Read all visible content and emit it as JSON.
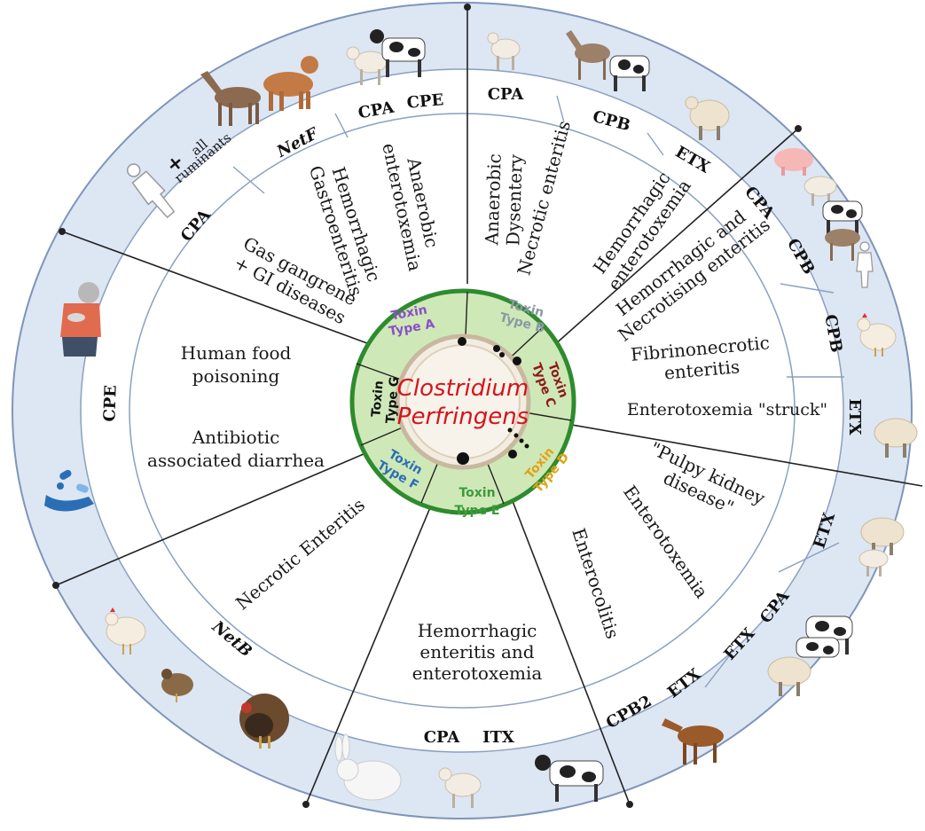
{
  "center": {
    "title_line1": "Clostridium",
    "title_line2": "Perfringens",
    "title_color": "#d4141c"
  },
  "toxin_types": [
    {
      "id": "A",
      "line1": "Toxin",
      "line2": "Type A",
      "color": "#8b4fc9"
    },
    {
      "id": "B",
      "line1": "Toxin",
      "line2": "Type B",
      "color": "#8a9aa3"
    },
    {
      "id": "C",
      "line1": "Toxin",
      "line2": "Type C",
      "color": "#8b1a1a"
    },
    {
      "id": "D",
      "line1": "Toxin",
      "line2": "Type D",
      "color": "#e0a312"
    },
    {
      "id": "E",
      "line1": "Toxin",
      "line2": "Type E",
      "color": "#3b9b3b"
    },
    {
      "id": "F",
      "line1": "Toxin",
      "line2": "Type F",
      "color": "#2a6fb5"
    },
    {
      "id": "G",
      "line1": "Toxin",
      "line2": "Type G",
      "color": "#111111"
    }
  ],
  "diseases": {
    "a1_line1": "Gas gangrene",
    "a1_line2": "+ GI diseases",
    "a2_line1": "Hemorrhagic",
    "a2_line2": "Gastroenteritis",
    "a3_line1": "Anaerobic",
    "a3_line2": "enterotoxemia",
    "b1_line1": "Anaerobic",
    "b1_line2": "Dysentery",
    "b2": "Necrotic enteritis",
    "b3_line1": "Hemorrhagic",
    "b3_line2": "enterotoxemia",
    "c1_line1": "Hemorrhagic and",
    "c1_line2": "Necrotising enteritis",
    "c2_line1": "Fibrinonecrotic",
    "c2_line2": "enteritis",
    "c3": "Enterotoxemia \"struck\"",
    "d1_line1": "\"Pulpy kidney",
    "d1_line2": "disease\"",
    "d2": "Enterotoxemia",
    "d3": "Enterocolitis",
    "e1_line1": "Hemorrhagic",
    "e1_line2": "enteritis and",
    "e1_line3": "enterotoxemia",
    "f1": "Necrotic Enteritis",
    "g1_line1": "Human food",
    "g1_line2": "poisoning",
    "g2_line1": "Antibiotic",
    "g2_line2": "associated diarrhea"
  },
  "toxins": {
    "a_cpa_left": "CPA",
    "a_netf": "NetF",
    "a_cpa_right": "CPA",
    "a_cpe": "CPE",
    "b_cpa": "CPA",
    "b_cpb": "CPB",
    "b_etx": "ETX",
    "c_cpa": "CPA",
    "c_cpb": "CPB",
    "c_cpb_single": "CPB",
    "c_etx": "ETX",
    "d_etx": "ETX",
    "d_etx2": "ETX",
    "d_cpa": "CPA",
    "d_cpb2": "CPB2",
    "d_etx3": "ETX",
    "e_cpa": "CPA",
    "e_itx": "ITX",
    "f_netb": "NetB",
    "g_cpe": "CPE"
  },
  "notes": {
    "ruminants_plus": "+",
    "ruminants_line1": "all",
    "ruminants_line2": "ruminants"
  },
  "colors": {
    "outer_fill": "#dde6f3",
    "inner_fill": "#ffffff",
    "ring_green": "#cfe8b8",
    "ring_border": "#2e8b2e",
    "lines": "#222222",
    "ring_lines": "#8aa0c0"
  },
  "icons": [
    "calf-icon",
    "lamb-icon",
    "horse-icon",
    "dog-icon",
    "human-icon",
    "foal-icon",
    "sheep-icon",
    "pig-icon",
    "chicken-icon",
    "goat-icon",
    "rabbit-icon",
    "turkey-icon",
    "quail-icon",
    "sick-person-icon",
    "pill-hand-icon"
  ]
}
